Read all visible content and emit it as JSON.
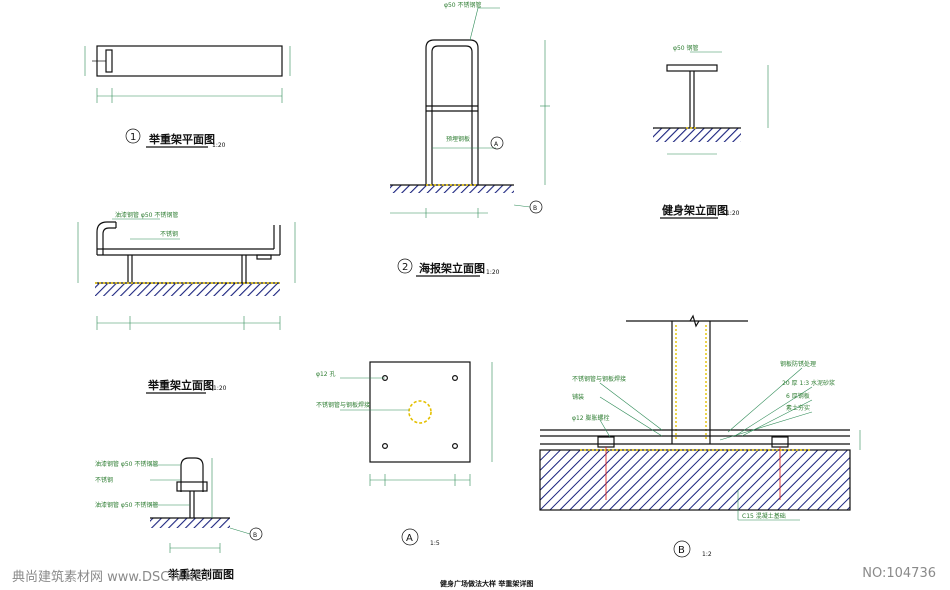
{
  "titles": {
    "t1": "举重架平面图",
    "t1_num": "1",
    "t1_scale": "1:20",
    "t2": "海报架立面图",
    "t2_num": "2",
    "t2_scale": "1:20",
    "t3": "健身架立面图",
    "t3_scale": "1:20",
    "t4": "举重架立面图",
    "t4_scale": "1:20",
    "t5": "举重架剖面图",
    "tA": "A",
    "tA_scale": "1:5",
    "tB": "B",
    "tB_scale": "1:2",
    "sheet": "健身广场做法大样  举重架详图"
  },
  "markers": {
    "a": "A",
    "b": "B"
  },
  "watermark": {
    "left": "典尚建筑素材网 www.DSCW.NET",
    "right": "NO:104736"
  },
  "colors": {
    "ink": "#111111",
    "dim": "#2e8b57",
    "hatch": "#1a237e",
    "accent": "#e4c000"
  }
}
